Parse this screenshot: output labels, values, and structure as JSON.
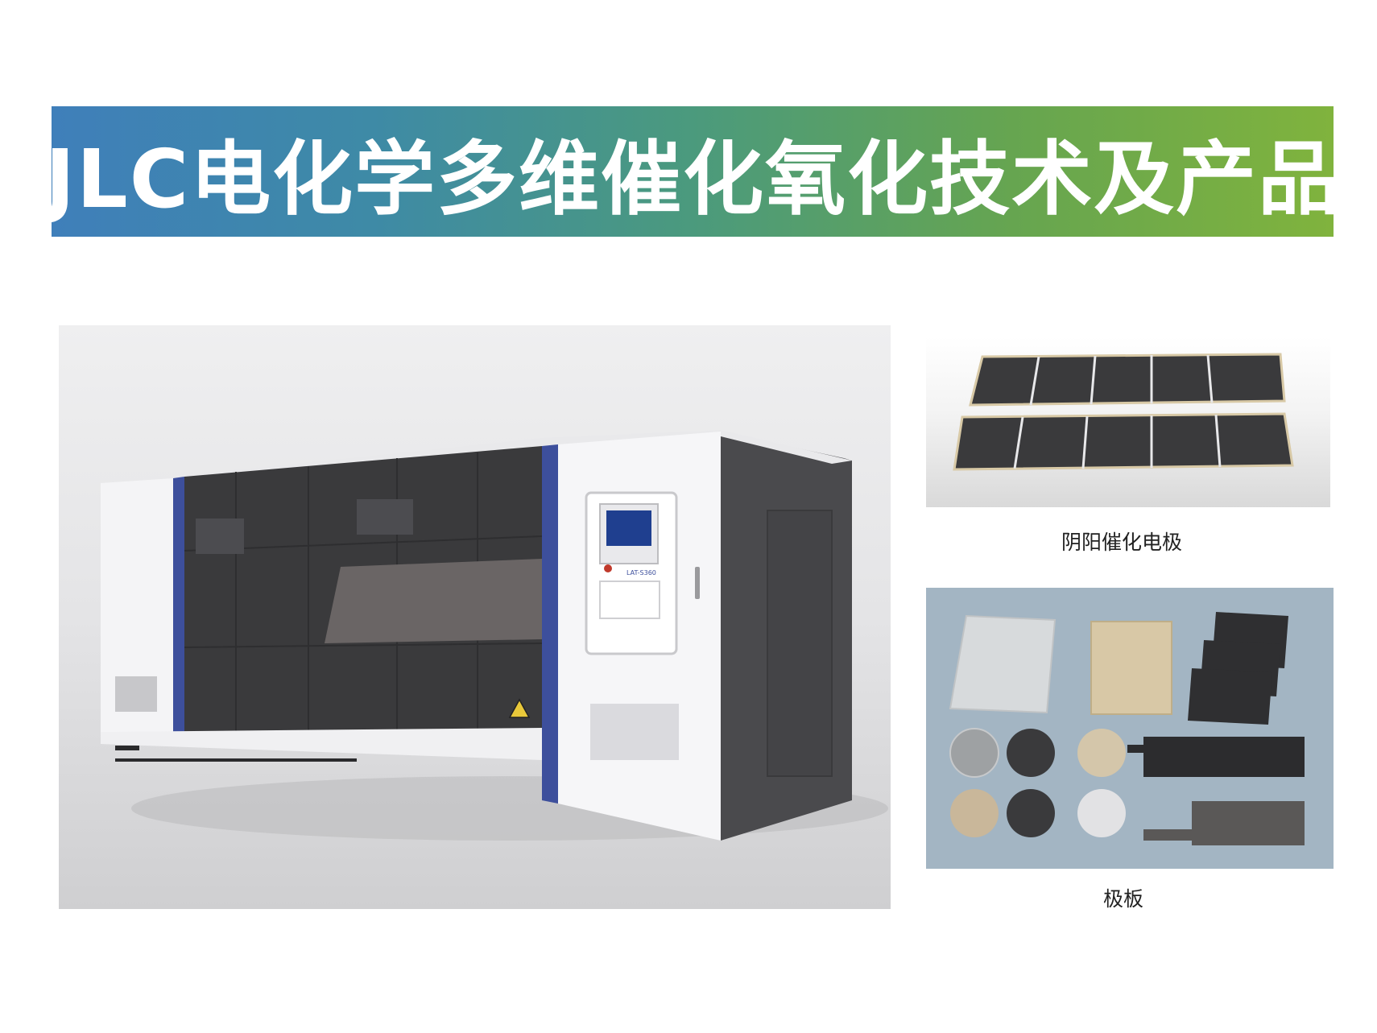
{
  "banner": {
    "title": "JLC电化学多维催化氧化技术及产品"
  },
  "machine": {
    "model_label": "LAT-S360"
  },
  "products": [
    {
      "caption": "阴阳催化电极"
    },
    {
      "caption": "极板"
    }
  ],
  "colors": {
    "banner_gradient_start": "#3f7fba",
    "banner_gradient_end": "#80b33d",
    "machine_accent_blue": "#3d4f9c",
    "machine_dark_panel": "#3a3a3c",
    "plate_background": "#a3b5c3"
  }
}
